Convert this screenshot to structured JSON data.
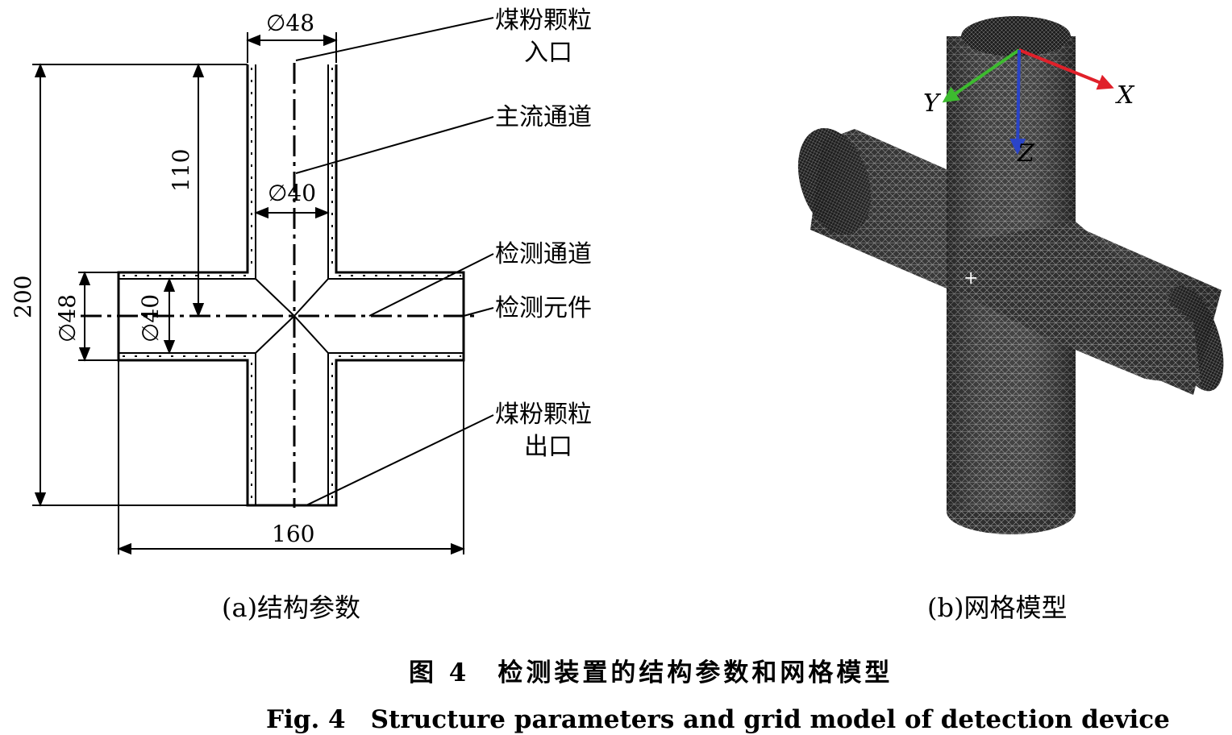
{
  "diagram_a": {
    "dims": {
      "d48_top": "∅48",
      "d40_mid": "∅40",
      "h110": "110",
      "h200": "200",
      "d48_left": "∅48",
      "d40_left": "∅40",
      "w160": "160"
    },
    "labels": {
      "inlet_line1": "煤粉颗粒",
      "inlet_line2": "入口",
      "main_channel": "主流通道",
      "detect_channel": "检测通道",
      "detect_element": "检测元件",
      "outlet_line1": "煤粉颗粒",
      "outlet_line2": "出口"
    },
    "subcaption": "(a)结构参数"
  },
  "diagram_b": {
    "axes": {
      "x": "X",
      "y": "Y",
      "z": "Z"
    },
    "axis_colors": {
      "x": "#e0202a",
      "y": "#3dbb2f",
      "z": "#2a44c8"
    },
    "mesh_color": "#3a3a3a",
    "subcaption": "(b)网格模型"
  },
  "caption": {
    "zh": "图 4　检测装置的结构参数和网格模型",
    "en": "Fig. 4　Structure parameters and grid model of detection device"
  }
}
